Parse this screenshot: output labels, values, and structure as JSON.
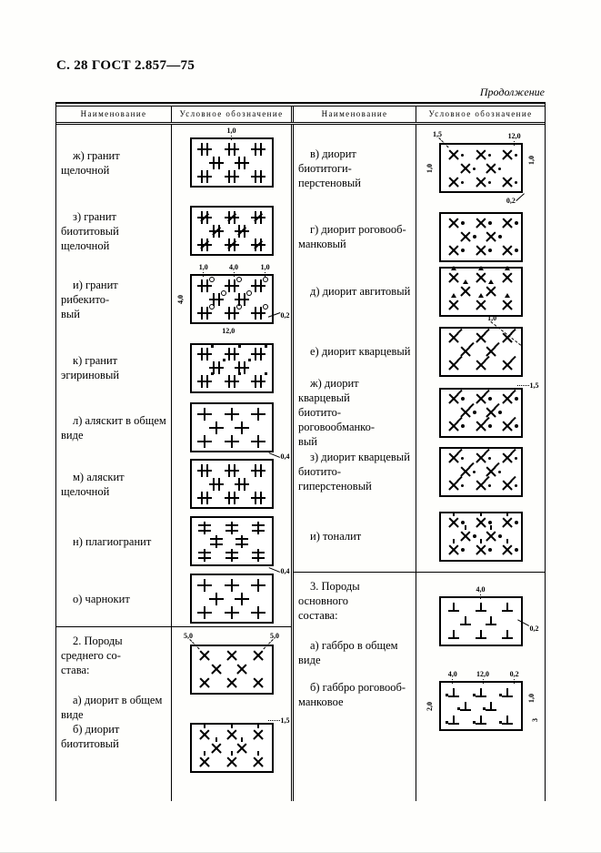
{
  "page": {
    "header": "С. 28 ГОСТ 2.857—75",
    "continuation": "Продолжение"
  },
  "table": {
    "col_headers": [
      "Наименование",
      "Условное обозначение",
      "Наименование",
      "Условное обозначение"
    ],
    "left_rows": [
      {
        "h": 83,
        "label": [
          "ж) гранит щелочной"
        ],
        "sym": "dv",
        "mods": [],
        "ann": [
          {
            "t": "1,0",
            "pos": "tc"
          }
        ]
      },
      {
        "h": 67,
        "label": [
          "з) гранит биотитовый",
          "щелочной"
        ],
        "sym": "dv",
        "mods": [
          "slash"
        ],
        "ann": []
      },
      {
        "h": 83,
        "label": [
          "и) гранит рибекито-",
          "вый"
        ],
        "sym": "dv",
        "mods": [
          "circ"
        ],
        "ann": [
          {
            "t": "1,0",
            "pos": "t1"
          },
          {
            "t": "4,0",
            "pos": "t2"
          },
          {
            "t": "1,0",
            "pos": "t3"
          },
          {
            "t": "4,0",
            "pos": "lv"
          },
          {
            "t": "12,0",
            "pos": "bc"
          },
          {
            "t": "0,2",
            "pos": "rm2"
          }
        ]
      },
      {
        "h": 68,
        "label": [
          "к) гранит эгириновый"
        ],
        "sym": "dv",
        "mods": [
          "sq"
        ],
        "ann": []
      },
      {
        "h": 63,
        "label": [
          "л) аляскит в общем",
          "виде"
        ],
        "sym": "plus",
        "mods": [],
        "ann": []
      },
      {
        "h": 61,
        "label": [
          "м) аляскит щелочной"
        ],
        "sym": "dv",
        "mods": [],
        "ann": [
          {
            "t": "0,4",
            "pos": "tr"
          }
        ]
      },
      {
        "h": 65,
        "label": [
          "н) плагиогранит"
        ],
        "sym": "dh",
        "mods": [],
        "ann": []
      },
      {
        "h": 61,
        "label": [
          "о) чарнокит"
        ],
        "sym": "plus",
        "mods": [],
        "ann": [
          {
            "t": "0,4",
            "pos": "tr"
          }
        ]
      },
      {
        "h": 93,
        "divider": true,
        "section": [
          "2. Породы среднего со-",
          "става:"
        ],
        "label": [
          "а) диорит в общем",
          "виде"
        ],
        "sym": "x",
        "mods": [],
        "ann": [
          {
            "t": "5,0",
            "pos": "tld"
          },
          {
            "t": "5,0",
            "pos": "trd2"
          }
        ]
      },
      {
        "h": 99,
        "valign": "top",
        "label": [
          "б) диорит биотитовый"
        ],
        "sym": "x",
        "mods": [
          "tick"
        ],
        "ann": [
          {
            "t": "1,5",
            "pos": "trd"
          }
        ]
      }
    ],
    "right_rows": [
      {
        "h": 95,
        "label": [
          "в) диорит биотитоги-",
          "перстеновый"
        ],
        "sym": "x",
        "mods": [
          "sdot"
        ],
        "ann": [
          {
            "t": "1,5",
            "pos": "tld"
          },
          {
            "t": "12,0",
            "pos": "t3"
          },
          {
            "t": "1,0",
            "pos": "lv"
          },
          {
            "t": "1,0",
            "pos": "rv1"
          },
          {
            "t": "0,2",
            "pos": "brb"
          }
        ]
      },
      {
        "h": 56,
        "label": [
          "г) диорит роговооб-",
          "манковый"
        ],
        "sym": "x",
        "mods": [
          "dot"
        ],
        "ann": []
      },
      {
        "h": 64,
        "label": [
          "д) диорит авгитовый"
        ],
        "sym": "x",
        "mods": [
          "tri"
        ],
        "ann": []
      },
      {
        "h": 68,
        "label": [
          "е) диорит кварцевый"
        ],
        "sym": "x",
        "mods": [
          "qslash"
        ],
        "ann": [
          {
            "t": "1,0",
            "pos": "td"
          }
        ]
      },
      {
        "h": 66,
        "label": [
          "ж) диорит кварцевый",
          "биотито-роговообманко-",
          "вый"
        ],
        "sym": "x",
        "mods": [
          "qslash",
          "dot"
        ],
        "ann": [
          {
            "t": "1,5",
            "pos": "trd"
          }
        ]
      },
      {
        "h": 64,
        "label": [
          "з) диорит кварцевый",
          "биотито-гиперстеновый"
        ],
        "sym": "x",
        "mods": [
          "qslash",
          "sdot"
        ],
        "ann": []
      },
      {
        "h": 78,
        "label": [
          "и) тоналит"
        ],
        "sym": "x",
        "mods": [
          "tick",
          "dot"
        ],
        "ann": []
      },
      {
        "h": 107,
        "divider": true,
        "section": [
          "3. Породы основного",
          "состава:"
        ],
        "label": [
          "а) габбро в общем",
          "виде"
        ],
        "sym": "tee",
        "mods": [],
        "ann": [
          {
            "t": "4,0",
            "pos": "tc"
          },
          {
            "t": "0,2",
            "pos": "rm"
          }
        ]
      },
      {
        "h": 145,
        "valign": "top",
        "label": [
          "б) габбро роговооб-",
          "манковое"
        ],
        "sym": "tee",
        "mods": [
          "bdot"
        ],
        "ann": [
          {
            "t": "4,0",
            "pos": "t1"
          },
          {
            "t": "12,0",
            "pos": "t2"
          },
          {
            "t": "0,2",
            "pos": "t3"
          },
          {
            "t": "2,0",
            "pos": "lv"
          },
          {
            "t": "1,0",
            "pos": "rv1"
          },
          {
            "t": "3",
            "pos": "rv2"
          }
        ]
      }
    ]
  }
}
